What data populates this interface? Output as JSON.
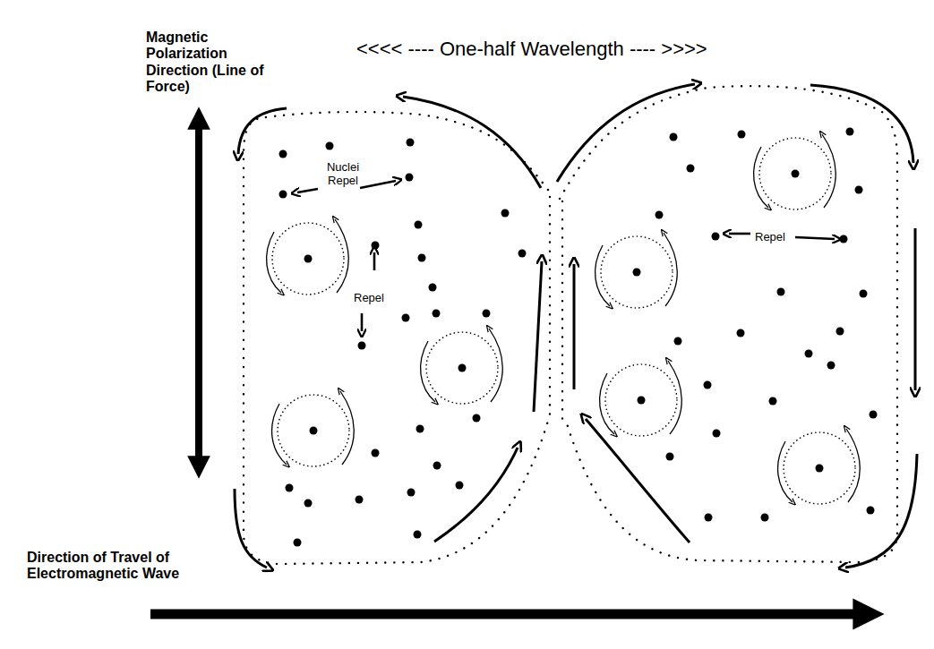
{
  "diagram": {
    "labels": [
      "Magnetic Polarization Direction (Line of Force)",
      "<<<< ---- One-half Wavelength ---- >>>>",
      "Nuclei Repel",
      "Repel",
      "Repel",
      "Direction of Travel of Electromagnetic Wave"
    ]
  }
}
